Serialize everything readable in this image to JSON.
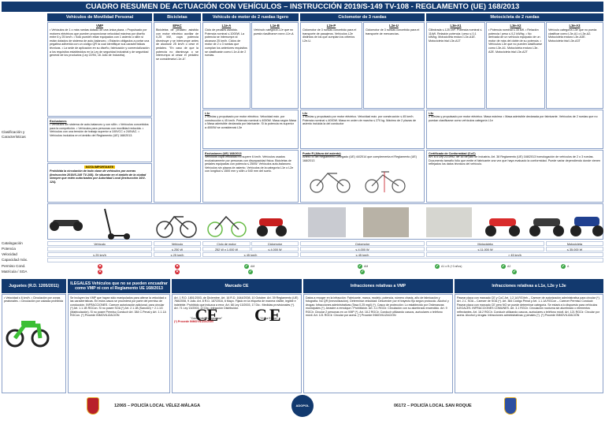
{
  "title": "CUADRO RESUMEN DE ACTUACIÓN CON VEHÍCULOS – INSTRUCCIÓN 2019/S-149 TV-108 - REGLAMENTO (UE) 168/2013",
  "columns": {
    "vmp": "Vehículos de Movilidad Personal",
    "bicis": "Bicicletas",
    "motor2": "Vehículo de motor de 2 ruedas ligero",
    "ciclo3": "Ciclomotor de 3 ruedas",
    "moto2": "Motocicleta de 2 ruedas"
  },
  "subheads": {
    "vmp": "VMP",
    "epac": "EPAC",
    "l1ea": "L1e-A",
    "l1eb": "L1e-B",
    "l2ep": "L2e-P",
    "l2eu": "L2e-U",
    "l3ea1": "L3e-A1",
    "l3ea2": "L3e-A2",
    "l3ea3": "L3e-A3"
  },
  "row_labels": {
    "clasif": "Clasificación y Características",
    "catalogacion": "Catalogación",
    "potencia": "Potencia",
    "velocidad": "Velocidad",
    "capacidad": "Capacidad máx.",
    "permiso": "Permiso Cond.",
    "matricula": "Matrícula / SOA"
  },
  "text": {
    "vmp": "• Vehículos de 1 o más ruedas dotado de una única plaza. • Propulsado por motores eléctricos que pueden proporcionar velocidad máxima por diseño entre 6 y 25 km/h. • Solo pueden estar equipados con 1 asiento o sillín si están dotados de sistema de auto-balanceo. • Estarán obligados a portar una pegatina adherida con un código QR la cual identifique sus características técnicas. • La sede de aplicación en su diseño, fabricación y comercialización a los requisitos establecidos en la Ley de seguridad industrial y de seguridad general de los productos (Ley 22/94, 16 Julio de Industria).",
    "vmp_excl_title": "Exclusiones",
    "vmp_excl": "• Vehículos sin sistema de auto-balanceo y con sillín. • Vehículos concebidos para la competición. • Vehículos para personas con movilidad reducida. • Vehículos con una tensión de trabajo superior a 100VCC o 240VAC. • Vehículos incluidos en el ámbito del Reglamento (UE) 168/2013.",
    "nota_title": "NOTA IMPORTANTE",
    "nota": "Prohibida la circulación de todo clase de vehículos por aceras (Instrucción 2019/S-149 TV-108). Se situarán en el ámbito de la ciudad siempre que estén autorizados por Autoridad Local (Instrucción 16/V-124).",
    "epac": "Bicicletas de pedaleo asistido con motor eléctrico auxiliar de 0,25 kW, cuya potencia disminuye y se interrumpe antes de alcanzar 25 km/h o cese el pedaleo. \"En caso de que la potencia no disminuya o se interrumpa al cesar el pedaleo se consideraría L1e-A\".",
    "l1ea": "Ciclo de pedales asistido. Potencia nominal ≤ 1000W. La potencia se interrumpe al alcanzar 25 km/h. Ciclos de motor de 2 o 3 ruedas que cumplan los anteriores requisitos se clasificarán como L1e-A de 2 ruedas.",
    "l1eb": "Vehículo categoría L1e que no pueda clasificarse como L1e-A.",
    "l2ep": "Ciclomotor de 3 ruedas concebido para el transporte de pasajeros. Vehículos L2e distintos de los que cumplan los criterios L2e-U.",
    "l2eu": "Ciclomotor de 3 ruedas concebido para el transporte de mercancías.",
    "l3e": "Cilindrada ≤ 125 cm³. Potencia nominal ≤ 11kW. Relación potencia / peso ≤ 0,1 kW/kg. Motocicleta enduro L3e-A1E. Motocicleta trial L3e-A1T",
    "l3ea2": "• Potencia nominal ≤ 35 kW. • Relación potencia / peso ≤ 0,2 kW/kg. • No derivada de un vehículo equipado de un motor de más del doble de su potencia. • Vehículos L3e que no pueden clasificarse como L3e-A1. Motocicleta enduro L3e-A2E. Motocicleta trial L3e-A2T",
    "l3ea3": "Vehículo categoría L3e que no pueda clasificar como L3e-A1 o L3e-A2. Motocicleta enduro L3e-A3E. Motocicleta trial L3e-A3T",
    "l1e_box_title": "L1e",
    "l1e_box": "2 ruedas y propulsado por motor eléctrico. Velocidad máx. por construcción ≤ 45 km/h. Potencia nominal ≤ 4000W. Masa según Masa o Masa admisible declarada por fabricante. Si la potencia es superior a 4000W se considerará L3e",
    "l2e_box_title": "L2e",
    "l2e_box": "3 ruedas y propulsado por motor eléctrico. Velocidad máx. por construcción ≤ 45 km/h. Potencia nominal ≤ 4000W. Masa en orden de marcha ≤ 270 kg. Máximo de 2 plazas de asiento incluida la del conductor",
    "l3e_box_title": "L3e",
    "l3e_box": "2 ruedas y propulsado por motor eléctrico. Masa máxima = Masa admisible declarada por fabricante. Vehículos de 2 ruedas que no puedan clasificarse como vehículos categoría L1e",
    "excl168_title": "Exclusiones (UE) 168/2013",
    "excl168": "Vehículos cuya velocidad no supere 6 km/h. Vehículos usados exclusivamente por personas con discapacidad física. Bicicletas de pedales equipadas con potencia ≤ 250W. Vehículos auto-balanceo. Vehículos sin plazas de asiento. Vehículos de la categoría L1e o L2e con longitud ≤ 1500 mm y sillín ≥ 540 mm del suelo.",
    "puntoR_title": "Punto R (Altura del asiento)",
    "puntoR": "Anexo III del Reglamento Delegado (UE) 44/2014 que complementa el Reglamento (UE) 168/2013",
    "cert_title": "Certificado de Conformidad (CoC)",
    "cert": "Art. 8.4 Ley 21/1992, de 16 de julio de Industria. Art. 38 Reglamento (UE) 168/2013 homologación de vehículos de 2 o 3 ruedas. Documento tamaño folio que emite el fabricante una vez que haya evaluado la conformidad. Puede variar dependiendo donde vienen reflejados los datos técnicos del vehículo."
  },
  "catalog": [
    "Vehículo",
    "Vehículo",
    "Ciclo de motor",
    "Ciclomotor",
    "Ciclomotor",
    "Motocicleta",
    "Motocicleta"
  ],
  "potencia": [
    "",
    "≤ 250 W",
    "252 W y 1.000 W",
    "≤ 4.000 W",
    "≤ 4.000 W",
    "≤ 11.000 W",
    "≤ 35.000 W"
  ],
  "velocidad": [
    "≤ 25 km/h",
    "≤ 25 km/h",
    "≤ 45 km/h",
    "≤ 45 km/h",
    "",
    "> 45 km/h"
  ],
  "permiso": [
    "",
    "",
    "AM",
    "AM",
    "A1 o B (+3 años)",
    "A2",
    "A"
  ],
  "bottom": {
    "juguetes_title": "Juguetes (R.D. 1205/2011)",
    "ilegales_title": "ILEGALES Vehículos que no se pueden encuadrar como VMP ni con el Reglamento UE 168/2013",
    "marcado_title": "Marcado CE",
    "infr_vmp_title": "Infracciones relativas a VMP",
    "infr_l_title": "Infracciones relativas a L1e, L2e y L3e",
    "juguetes": "• Velocidad ≤ 6 km/h. • Circulación por zonas peatonales. • Circulación por calzada prohibida",
    "ilegales": "Se incluyen los VMP que hayan sido manipulados para alterar la velocidad o las características. En estos casos se procederá por parte del permiso de conducción. INFRACCIONES. Carecer autorización adicional, para circular (*) Art. 1.1.1B RGCon. Si no posee SOA (*) Art. 2.1.1B (Sanción) + 2.1.1G (Matriculación). Si no posee Permiso Conducir Art. 384 C.Penal y Art. 1.1.1A RGCon. (*) Procede INMOVILIZACIÓN",
    "marcado": "Art. 1 R.D. 1801/2003, de Diciembre. Art. 16 R.D. 1644/2008, 10 Octubre. Art. 39 Reglamento (UE) 768/2008, 9 Julio. Art. 8 R.D. 187/2016, 6 Mayo. Fijado en la etiqueta de manera visible, legible e indeleble. Prohibido que induzca a error. Art. 68 Ley 13/2003, 17 Dic.: Medidas provisionales (*). Art. 71 Ley 13/2003, 17 Dic.: Infracción Distribuidor.",
    "ce_left": "\"Conformité Européenne\"",
    "ce_right": "\"China Export\"",
    "procede": "(*) Procede INMOVILIZACIÓN",
    "infr_vmp": "Datos a recoger en la infracción: Fabricante, marca, modelo, potencia, número chasis, año de fabricación y fotografía. No QR (Inmovilización). Determinar velocidad: Descender por el trayecto fijo según protocolo. Alcohol y drogas: Infracciones administrativas (Tasa 0,25 mg/l) (*). Casco de protección: Lo establecido por Ordenanzas municipales (*). Arrastre a remolque / Prohibición. Art. 3.1 RGCir. Circulación con su alumbrado encendido. Art. 9 RGCir. Circular 2 personas en un VMP (*). Art. 18.2 RGCir. Conducir utilizando cascos, auriculares o teléfono móvil. Art. 121 RGCir. Circular por acera. (*) Procede INMOVILIZACIÓN",
    "infr_l": "Pasear placa con marcado CE y CoC Art. 1.2.1A RGVeh – Carecer de autorización administrativa para circular (*). Art. 2.1. SOA – Carecer de SOA (*). Art. 384 Código Penal y Art. 1.1.1A RGCon – Carecer Permiso Conducir. Pasear placa con marcado CE pero NO se puede determinar categoría. Se estará a lo dispuesto para vehículos ILEGALES. INFRACCIONES COMUNES. Art. 3.1 RGCir. Circulación nocturna sin alumbrado o elementos reflectantes. Art. 18.2 RGCir. Conducir utilizando cascos, auriculares o teléfono móvil. Art. 121 RGCir. Circular por acera. Alcohol y drogas: Infracciones administrativas y penales (*). (*) Procede INMOVILIZACIÓN"
  },
  "footer": {
    "left": "12065 – POLICÍA LOCAL VÉLEZ-MÁLAGA",
    "right": "06172 – POLICÍA LOCAL SAN ROQUE",
    "badge": "ADOPOL"
  },
  "colors": {
    "navy": "#12396e",
    "green": "#3aa544",
    "red": "#d3202a",
    "yellow": "#f2c200"
  }
}
